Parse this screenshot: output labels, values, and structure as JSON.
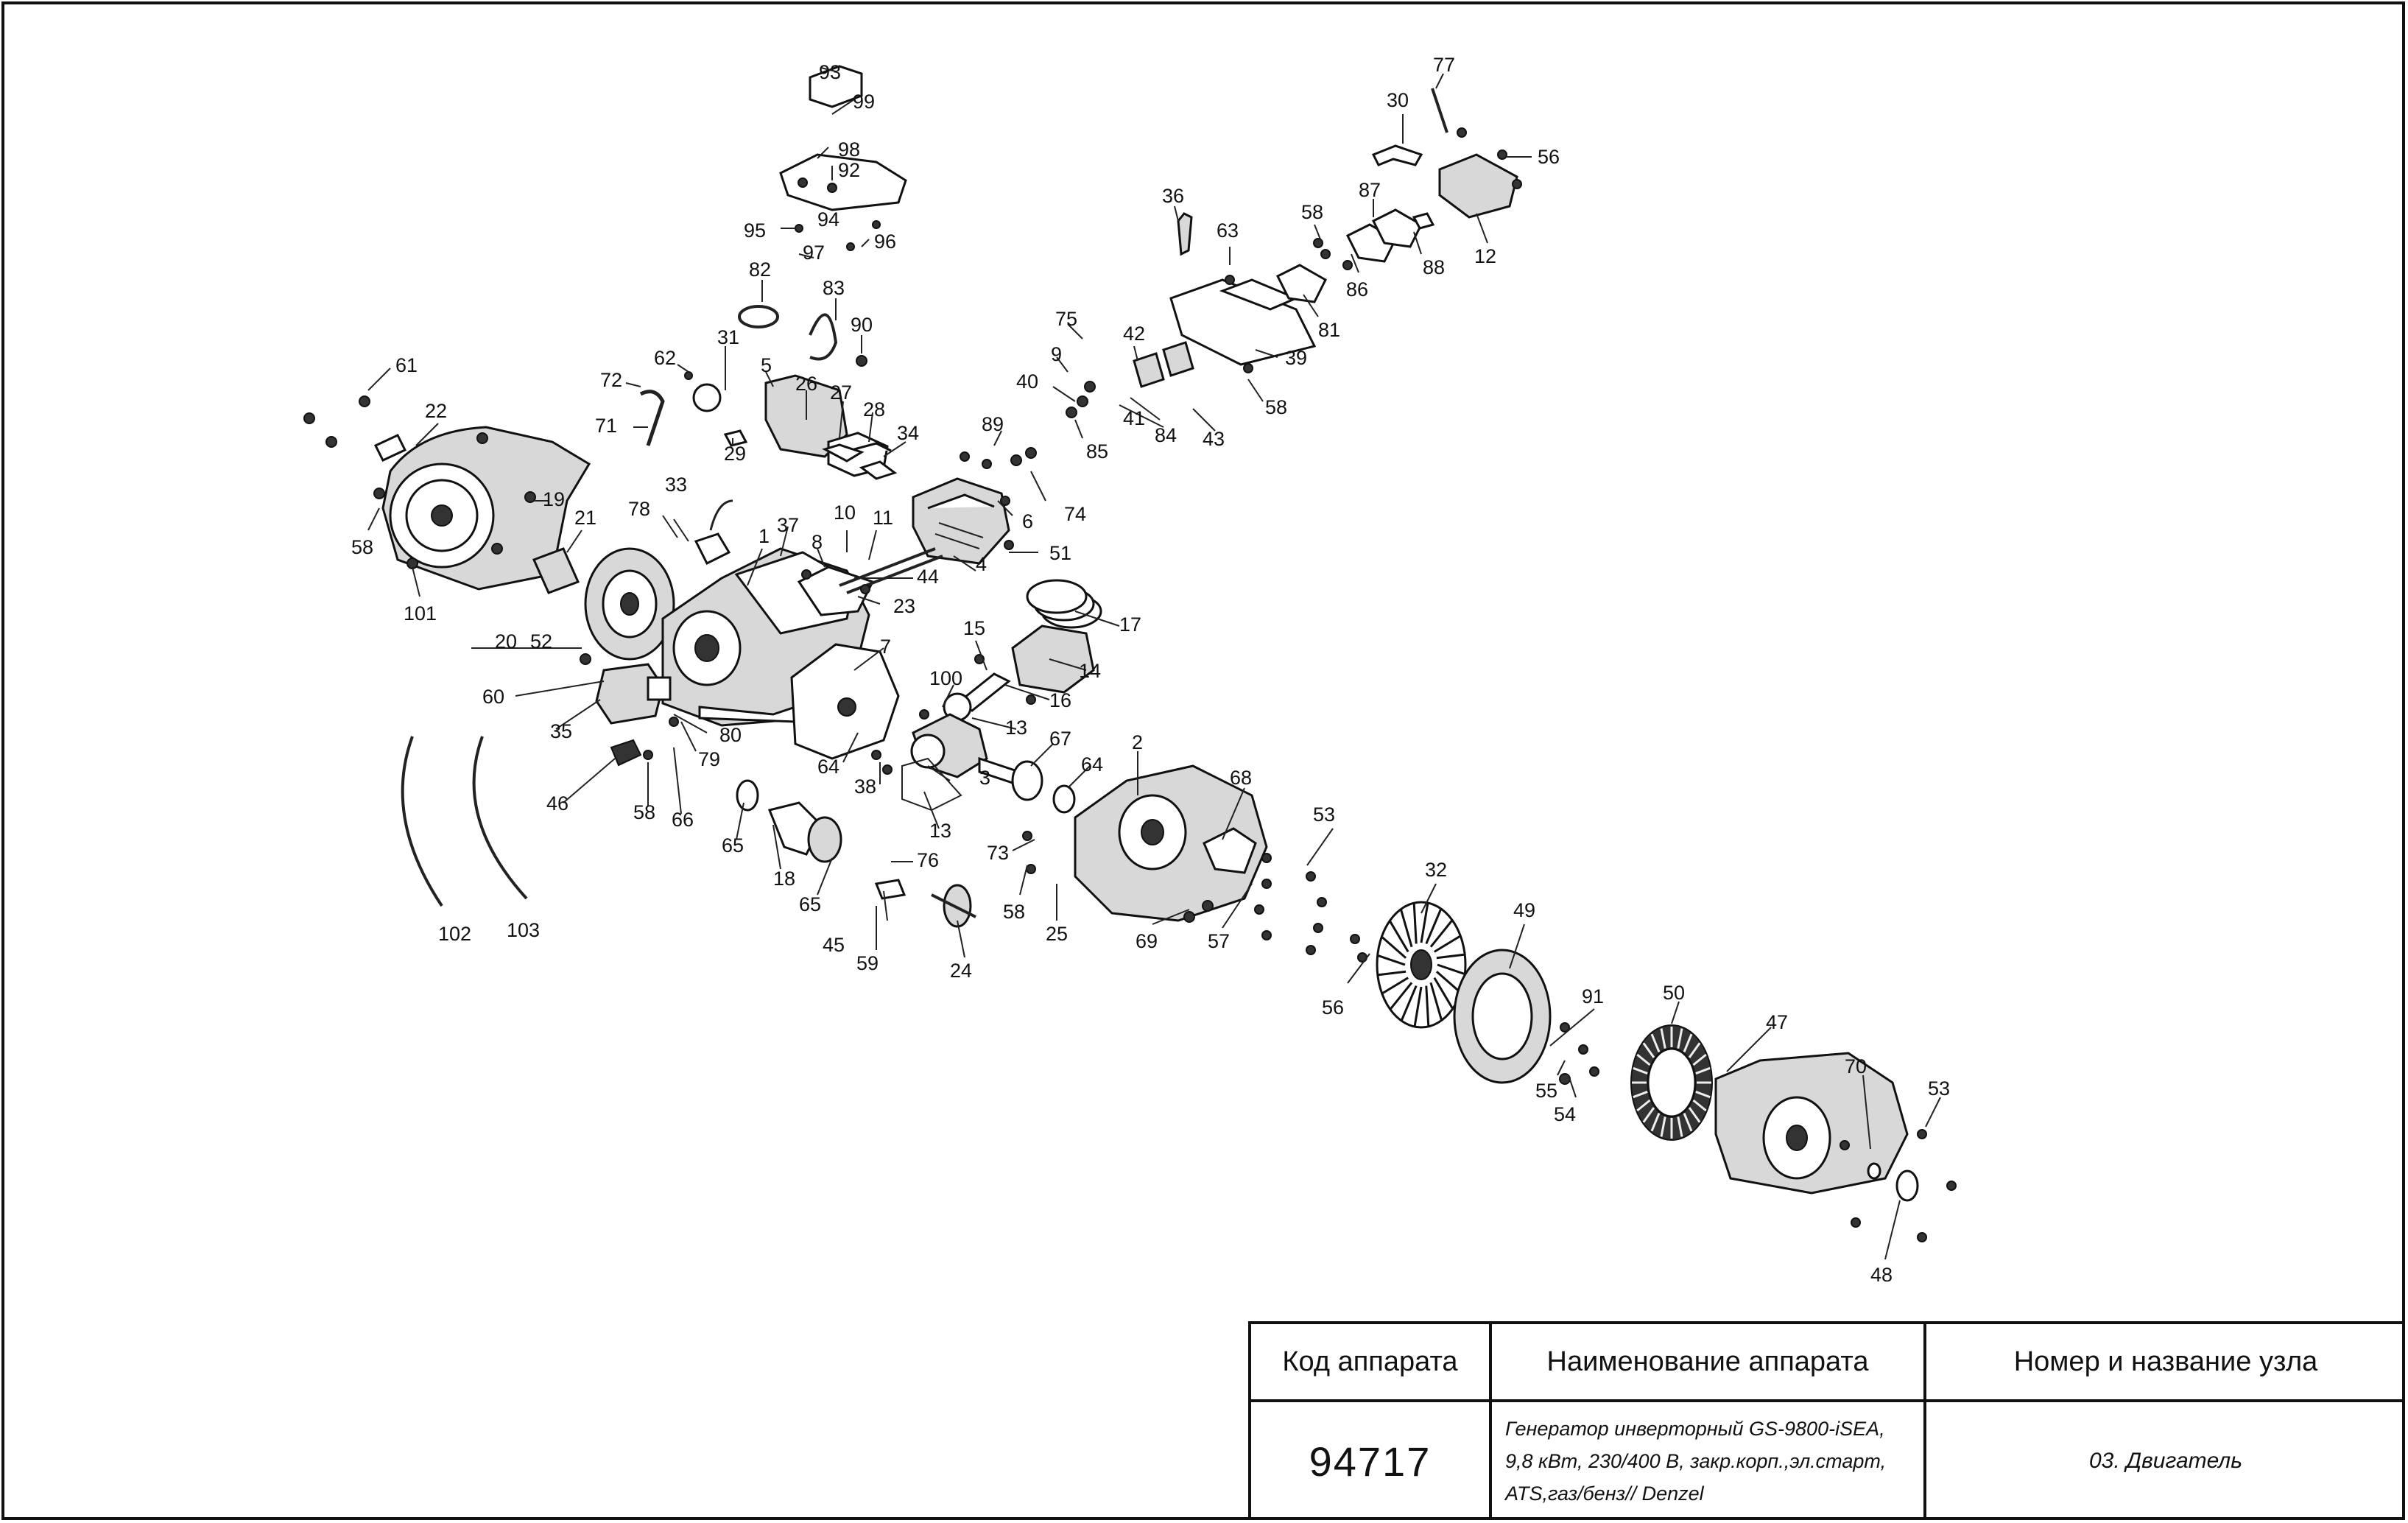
{
  "diagram": {
    "callouts": [
      "93",
      "99",
      "98",
      "92",
      "95",
      "94",
      "97",
      "96",
      "82",
      "83",
      "90",
      "31",
      "5",
      "26",
      "27",
      "28",
      "62",
      "72",
      "71",
      "29",
      "34",
      "61",
      "22",
      "19",
      "21",
      "58",
      "101",
      "20",
      "52",
      "33",
      "78",
      "1",
      "37",
      "8",
      "10",
      "11",
      "44",
      "23",
      "4",
      "60",
      "35",
      "46",
      "58b",
      "66",
      "79",
      "80",
      "7",
      "64",
      "65",
      "18",
      "65b",
      "15",
      "100",
      "13",
      "16",
      "14",
      "17",
      "67",
      "64b",
      "38",
      "3",
      "13b",
      "76",
      "45",
      "59",
      "24",
      "73",
      "58c",
      "25",
      "2",
      "68",
      "69",
      "57",
      "53",
      "32",
      "56",
      "49",
      "91",
      "55",
      "54",
      "50",
      "47",
      "70",
      "53b",
      "48",
      "102",
      "103",
      "36",
      "63",
      "42",
      "75",
      "9",
      "40",
      "41",
      "84",
      "85",
      "43",
      "89",
      "74",
      "6",
      "51",
      "39",
      "58d",
      "81",
      "86",
      "87",
      "88",
      "12",
      "58e",
      "30",
      "77",
      "56b"
    ],
    "callout_text": {
      "93": "93",
      "99": "99",
      "98": "98",
      "92": "92",
      "95": "95",
      "94": "94",
      "97": "97",
      "96": "96",
      "82": "82",
      "83": "83",
      "90": "90",
      "31": "31",
      "5": "5",
      "26": "26",
      "27": "27",
      "28": "28",
      "62": "62",
      "72": "72",
      "71": "71",
      "29": "29",
      "34": "34",
      "61": "61",
      "22": "22",
      "19": "19",
      "21": "21",
      "58": "58",
      "101": "101",
      "20": "20",
      "52": "52",
      "33": "33",
      "78": "78",
      "1": "1",
      "37": "37",
      "8": "8",
      "10": "10",
      "11": "11",
      "44": "44",
      "23": "23",
      "4": "4",
      "60": "60",
      "35": "35",
      "46": "46",
      "58b": "58",
      "66": "66",
      "79": "79",
      "80": "80",
      "7": "7",
      "64": "64",
      "65": "65",
      "18": "18",
      "65b": "65",
      "15": "15",
      "100": "100",
      "13": "13",
      "16": "16",
      "14": "14",
      "17": "17",
      "67": "67",
      "64b": "64",
      "38": "38",
      "3": "3",
      "13b": "13",
      "76": "76",
      "45": "45",
      "59": "59",
      "24": "24",
      "73": "73",
      "58c": "58",
      "25": "25",
      "2": "2",
      "68": "68",
      "69": "69",
      "57": "57",
      "53": "53",
      "32": "32",
      "56": "56",
      "49": "49",
      "91": "91",
      "55": "55",
      "54": "54",
      "50": "50",
      "47": "47",
      "70": "70",
      "53b": "53",
      "48": "48",
      "102": "102",
      "103": "103",
      "36": "36",
      "63": "63",
      "42": "42",
      "75": "75",
      "9": "9",
      "40": "40",
      "41": "41",
      "84": "84",
      "85": "85",
      "43": "43",
      "89": "89",
      "74": "74",
      "6": "6",
      "51": "51",
      "39": "39",
      "58d": "58",
      "81": "81",
      "86": "86",
      "87": "87",
      "88": "88",
      "12": "12",
      "58e": "58",
      "30": "30",
      "77": "77",
      "56b": "56"
    }
  },
  "title_block": {
    "header_code": "Код аппарата",
    "header_name": "Наименование аппарата",
    "header_unit": "Номер и название узла",
    "code": "94717",
    "name": "Генератор инверторный GS-9800-iSEA,\n9,8 кВт, 230/400 В, закр.корп.,эл.старт,\nATS,газ/бенз// Denzel",
    "unit": "03. Двигатель"
  }
}
